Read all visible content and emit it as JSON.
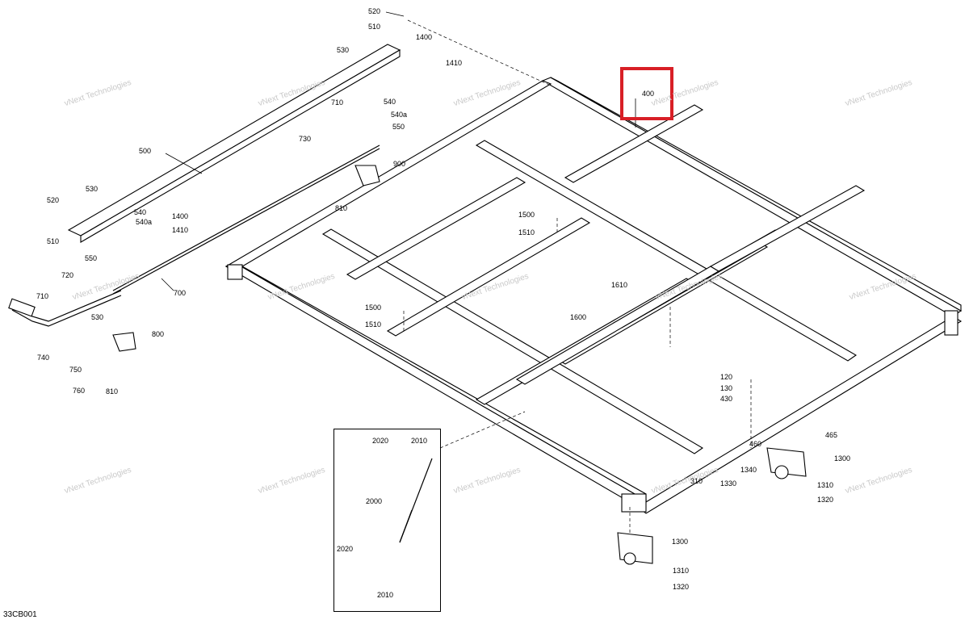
{
  "figure_id": "33CB001",
  "highlight": {
    "label": "400"
  },
  "watermark": {
    "text": "vNext Technologies"
  },
  "callouts": [
    {
      "id": "c520a",
      "text": "520"
    },
    {
      "id": "c510a",
      "text": "510"
    },
    {
      "id": "c1400a",
      "text": "1400"
    },
    {
      "id": "c1410a",
      "text": "1410"
    },
    {
      "id": "c530a",
      "text": "530"
    },
    {
      "id": "c540a",
      "text": "540"
    },
    {
      "id": "c540aa",
      "text": "540a"
    },
    {
      "id": "c710a",
      "text": "710"
    },
    {
      "id": "c550a",
      "text": "550"
    },
    {
      "id": "c730",
      "text": "730"
    },
    {
      "id": "c900",
      "text": "900"
    },
    {
      "id": "c810a",
      "text": "810"
    },
    {
      "id": "c500",
      "text": "500"
    },
    {
      "id": "c520b",
      "text": "520"
    },
    {
      "id": "c530b",
      "text": "530"
    },
    {
      "id": "c540b",
      "text": "540"
    },
    {
      "id": "c540ab",
      "text": "540a"
    },
    {
      "id": "c1400b",
      "text": "1400"
    },
    {
      "id": "c1410b",
      "text": "1410"
    },
    {
      "id": "c510b",
      "text": "510"
    },
    {
      "id": "c550b",
      "text": "550"
    },
    {
      "id": "c700",
      "text": "700"
    },
    {
      "id": "c720",
      "text": "720"
    },
    {
      "id": "c710b",
      "text": "710"
    },
    {
      "id": "c530c",
      "text": "530"
    },
    {
      "id": "c800",
      "text": "800"
    },
    {
      "id": "c740",
      "text": "740"
    },
    {
      "id": "c750",
      "text": "750"
    },
    {
      "id": "c760",
      "text": "760"
    },
    {
      "id": "c810b",
      "text": "810"
    },
    {
      "id": "c1500a",
      "text": "1500"
    },
    {
      "id": "c1510a",
      "text": "1510"
    },
    {
      "id": "c1610",
      "text": "1610"
    },
    {
      "id": "c1500b",
      "text": "1500"
    },
    {
      "id": "c1510b",
      "text": "1510"
    },
    {
      "id": "c1600",
      "text": "1600"
    },
    {
      "id": "c120",
      "text": "120"
    },
    {
      "id": "c130",
      "text": "130"
    },
    {
      "id": "c430",
      "text": "430"
    },
    {
      "id": "c465",
      "text": "465"
    },
    {
      "id": "c460",
      "text": "460"
    },
    {
      "id": "c1300a",
      "text": "1300"
    },
    {
      "id": "c1340",
      "text": "1340"
    },
    {
      "id": "c310",
      "text": "310"
    },
    {
      "id": "c1330",
      "text": "1330"
    },
    {
      "id": "c1310a",
      "text": "1310"
    },
    {
      "id": "c1320a",
      "text": "1320"
    },
    {
      "id": "c1300b",
      "text": "1300"
    },
    {
      "id": "c1310b",
      "text": "1310"
    },
    {
      "id": "c1320b",
      "text": "1320"
    },
    {
      "id": "c2020a",
      "text": "2020"
    },
    {
      "id": "c2010a",
      "text": "2010"
    },
    {
      "id": "c2000",
      "text": "2000"
    },
    {
      "id": "c2020b",
      "text": "2020"
    },
    {
      "id": "c2010b",
      "text": "2010"
    }
  ]
}
